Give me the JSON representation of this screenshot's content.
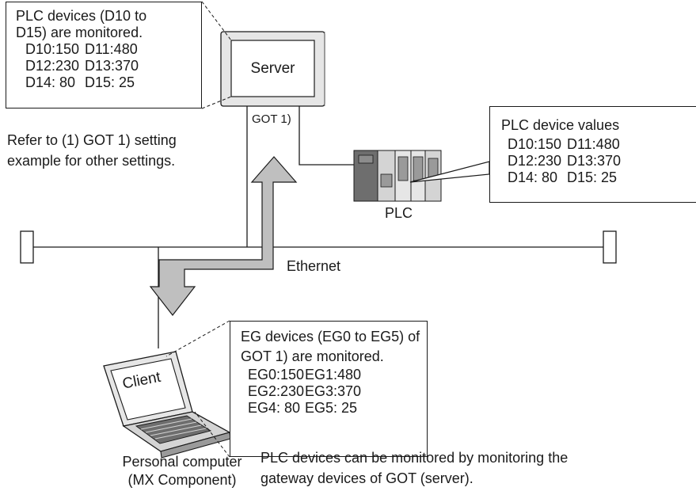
{
  "server_box": {
    "title_line1": "PLC devices (D10 to",
    "title_line2": "D15) are monitored.",
    "rows": [
      [
        "D10:150",
        "D11:480"
      ],
      [
        "D12:230",
        "D13:370"
      ],
      [
        "D14: 80",
        "D15: 25"
      ]
    ]
  },
  "server_label": "Server",
  "got_label": "GOT 1)",
  "refer_note": {
    "line1": "Refer to (1) GOT 1) setting",
    "line2": "example for other settings."
  },
  "plc_box": {
    "title": "PLC device values",
    "rows": [
      [
        "D10:150",
        "D11:480"
      ],
      [
        "D12:230",
        "D13:370"
      ],
      [
        "D14: 80",
        "D15: 25"
      ]
    ]
  },
  "plc_label": "PLC",
  "network_label": "Ethernet",
  "client_box": {
    "title_line1": "EG devices (EG0 to EG5) of",
    "title_line2": "GOT 1) are monitored.",
    "rows": [
      [
        "EG0:150",
        "EG1:480"
      ],
      [
        "EG2:230",
        "EG3:370"
      ],
      [
        "EG4: 80",
        "EG5: 25"
      ]
    ]
  },
  "client_label": "Client",
  "pc_caption": {
    "line1": "Personal computer",
    "line2": "(MX Component)"
  },
  "bottom_note": {
    "line1": "PLC devices can be monitored by monitoring the",
    "line2": "gateway devices of GOT (server)."
  },
  "colors": {
    "line": "#1a1a1a",
    "arrow_fill": "#bfbfbf",
    "plc_dark": "#6e6e6e",
    "plc_mid": "#9a9a9a",
    "plc_light": "#d4d4d4"
  }
}
